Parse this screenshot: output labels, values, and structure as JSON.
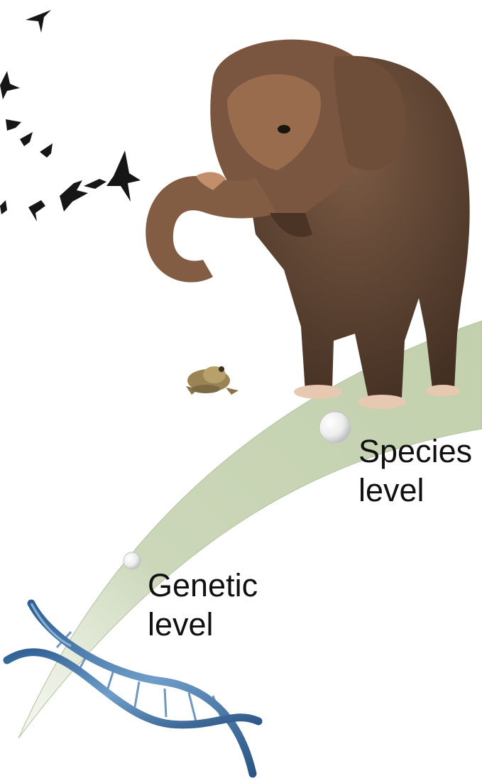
{
  "levels": [
    {
      "id": "genetic",
      "line1": "Genetic",
      "line2": "level"
    },
    {
      "id": "species",
      "line1": "Species",
      "line2": "level"
    }
  ],
  "illustrations": [
    "dna-double-helix",
    "frog",
    "elephant",
    "flock-of-birds"
  ],
  "colors": {
    "arc_fill": "#c9d6b6",
    "arc_edge": "#aebd99",
    "bead": "#ececec",
    "dna": "#4a78a8",
    "elephant": "#5b4232",
    "elephant_face": "#9c6e4c",
    "birds": "#1a1a1a"
  }
}
